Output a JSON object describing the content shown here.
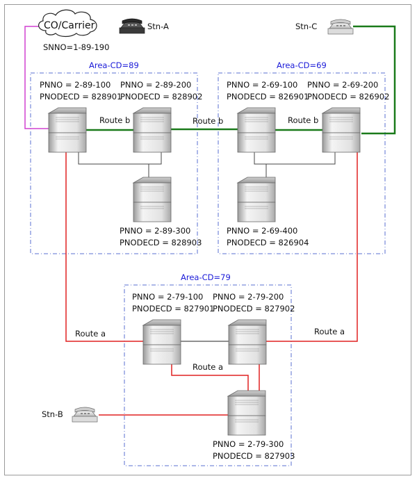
{
  "carrier": {
    "label": "CO/Carrier",
    "snno": "SNNO=1-89-190"
  },
  "stations": {
    "a": "Stn-A",
    "b": "Stn-B",
    "c": "Stn-C"
  },
  "areas": {
    "a89": "Area-CD=89",
    "a69": "Area-CD=69",
    "a79": "Area-CD=79"
  },
  "nodes": {
    "n89_100": {
      "pnno": "PNNO = 2-89-100",
      "pnodecd": "PNODECD = 828901"
    },
    "n89_200": {
      "pnno": "PNNO = 2-89-200",
      "pnodecd": "PNODECD = 828902"
    },
    "n89_300": {
      "pnno": "PNNO = 2-89-300",
      "pnodecd": "PNODECD = 828903"
    },
    "n69_100": {
      "pnno": "PNNO = 2-69-100",
      "pnodecd": "PNODECD = 826901"
    },
    "n69_200": {
      "pnno": "PNNO = 2-69-200",
      "pnodecd": "PNODECD = 826902"
    },
    "n69_400": {
      "pnno": "PNNO = 2-69-400",
      "pnodecd": "PNODECD = 826904"
    },
    "n79_100": {
      "pnno": "PNNO = 2-79-100",
      "pnodecd": "PNODECD = 827901"
    },
    "n79_200": {
      "pnno": "PNNO = 2-79-200",
      "pnodecd": "PNODECD = 827902"
    },
    "n79_300": {
      "pnno": "PNNO = 2-79-300",
      "pnodecd": "PNODECD = 827903"
    }
  },
  "routes": {
    "b1": "Route b",
    "b2": "Route b",
    "b3": "Route b",
    "a_left": "Route a",
    "a_right": "Route a",
    "a_mid": "Route a"
  },
  "colors": {
    "route_b": "#1a7a1a",
    "route_a": "#e02020",
    "carrier_link": "#d040d0",
    "area_border": "#5a6fd0",
    "area_label": "#1a1ad8",
    "internal_link": "#444444"
  }
}
